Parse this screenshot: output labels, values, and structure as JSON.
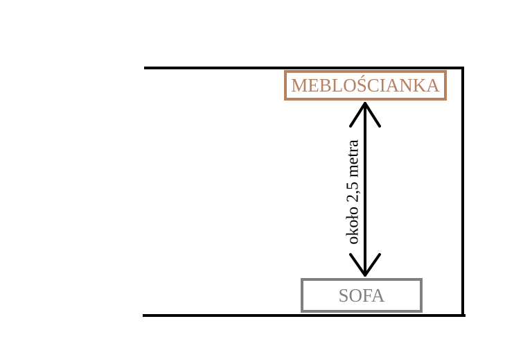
{
  "diagram": {
    "wall_unit_label": "MEBLOŚCIANKA",
    "sofa_label": "SOFA",
    "distance_label": "około 2,5 metra",
    "colors": {
      "wall_unit": "#b9805f",
      "sofa": "#808080",
      "walls": "#000000",
      "arrow": "#000000",
      "background": "#ffffff"
    }
  }
}
